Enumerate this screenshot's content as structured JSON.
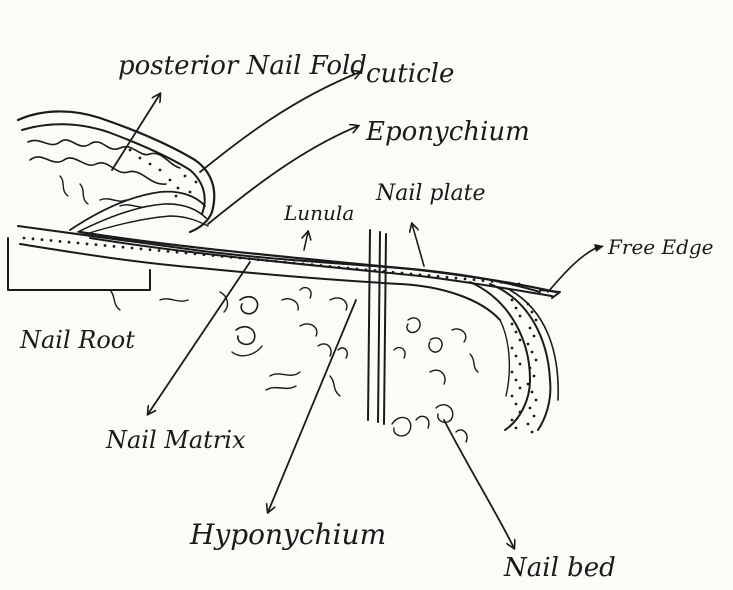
{
  "diagram": {
    "labels": {
      "posterior_nail_fold": "posterior Nail Fold",
      "cuticle": "cuticle",
      "eponychium": "Eponychium",
      "nail_plate": "Nail plate",
      "lunula": "Lunula",
      "free_edge": "Free Edge",
      "nail_root": "Nail Root",
      "nail_matrix": "Nail Matrix",
      "hyponychium": "Hyponychium",
      "nail_bed": "Nail bed"
    },
    "colors": {
      "ink": "#1a1a1a",
      "paper": "#fbfbf8"
    }
  }
}
